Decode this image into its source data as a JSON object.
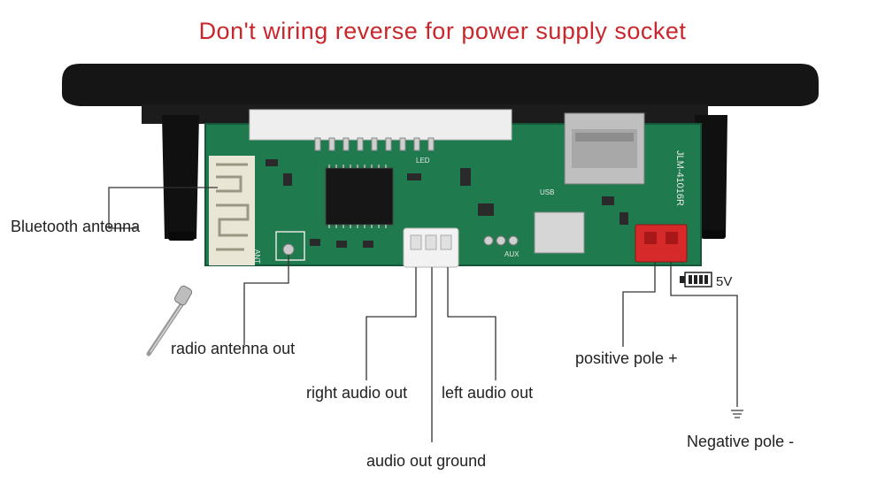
{
  "title": "Don't wiring reverse for power supply socket",
  "labels": {
    "bluetooth_antenna": "Bluetooth  antenna",
    "radio_antenna_out": "radio antenna out",
    "right_audio_out": "right audio out",
    "left_audio_out": "left audio out",
    "audio_out_ground": "audio out ground",
    "positive_pole": "positive pole +",
    "negative_pole": "Negative pole -",
    "voltage": "5V"
  },
  "board_markings": {
    "model": "JLM-41016R",
    "ant": "ANT",
    "aux": "AUX",
    "usb": "USB",
    "led": "LED"
  },
  "colors": {
    "title": "#c8272d",
    "pcb": "#1f7a4d",
    "bezel": "#151515",
    "connector_red": "#d62a2a",
    "connector_white": "#f2f2f2",
    "leader_lines": "#333333"
  }
}
